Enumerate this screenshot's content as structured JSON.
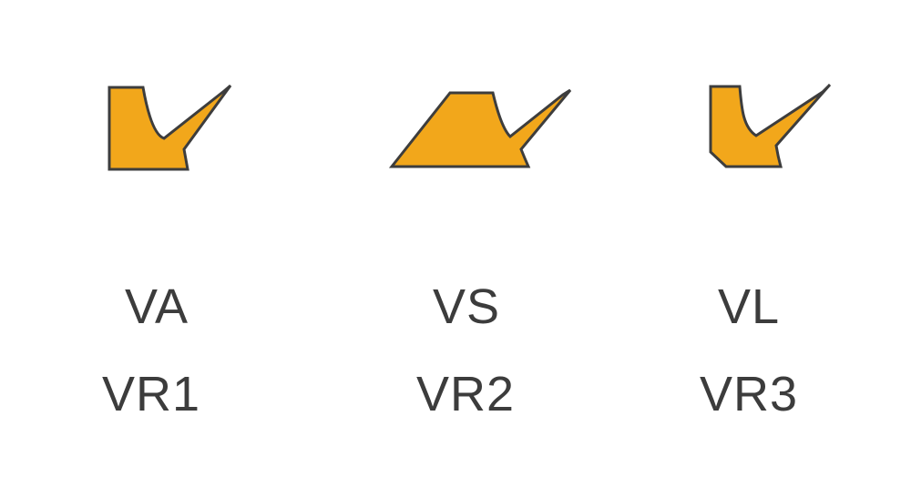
{
  "colors": {
    "background": "#FFFFFF",
    "seal_fill": "#F2A71B",
    "seal_stroke": "#3D3D3D",
    "label_text": "#3C3C3C"
  },
  "profiles": [
    {
      "name": "VA",
      "code": "VR1"
    },
    {
      "name": "VS",
      "code": "VR2"
    },
    {
      "name": "VL",
      "code": "VR3"
    }
  ]
}
